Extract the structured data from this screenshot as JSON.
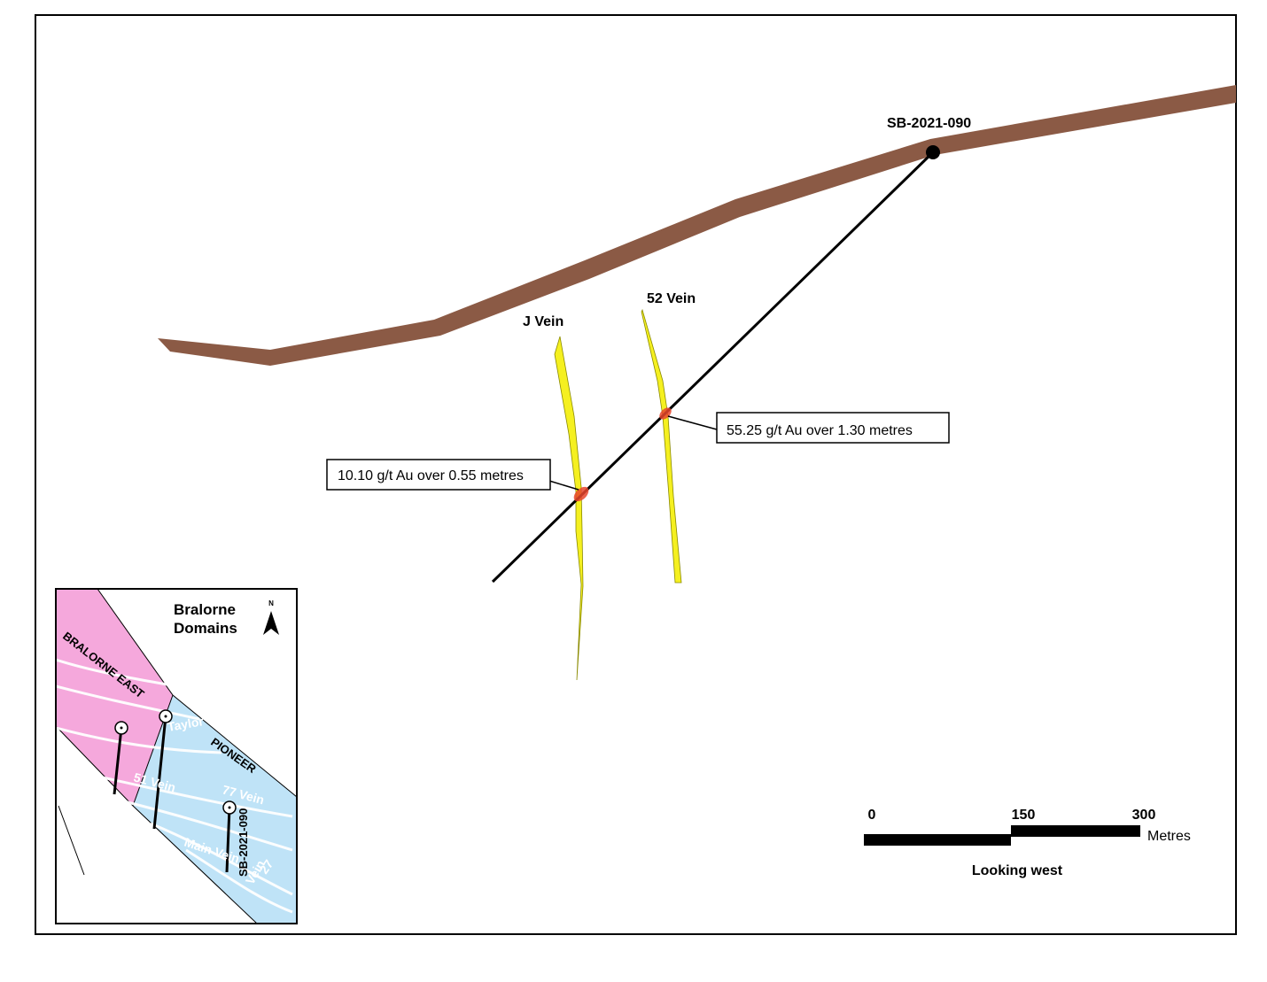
{
  "drillhole": {
    "label": "SB-2021-090"
  },
  "veins": [
    {
      "id": "j",
      "label": "J Vein"
    },
    {
      "id": "v52",
      "label": "52 Vein"
    }
  ],
  "intercepts": [
    {
      "id": "j",
      "text": "10.10 g/t Au over 0.55 metres"
    },
    {
      "id": "v52",
      "text": "55.25 g/t Au over 1.30 metres"
    }
  ],
  "scalebar": {
    "ticks": [
      "0",
      "150",
      "300"
    ],
    "unit": "Metres",
    "view": "Looking west"
  },
  "inset": {
    "title_line1": "Bralorne",
    "title_line2": "Domains",
    "north": "N",
    "domains": [
      "BRALORNE EAST",
      "PIONEER"
    ],
    "vein_labels": [
      "Taylor",
      "51 Vein",
      "77 Vein",
      "Main Vein",
      "27",
      "Vein"
    ],
    "drillhole_label": "SB-2021-090"
  },
  "colors": {
    "topography": "#8b5a45",
    "vein_fill": "#f5f020",
    "intercept": "#e8452c",
    "bralorne_east": "#f5a8dc",
    "pioneer": "#bfe3f7"
  }
}
